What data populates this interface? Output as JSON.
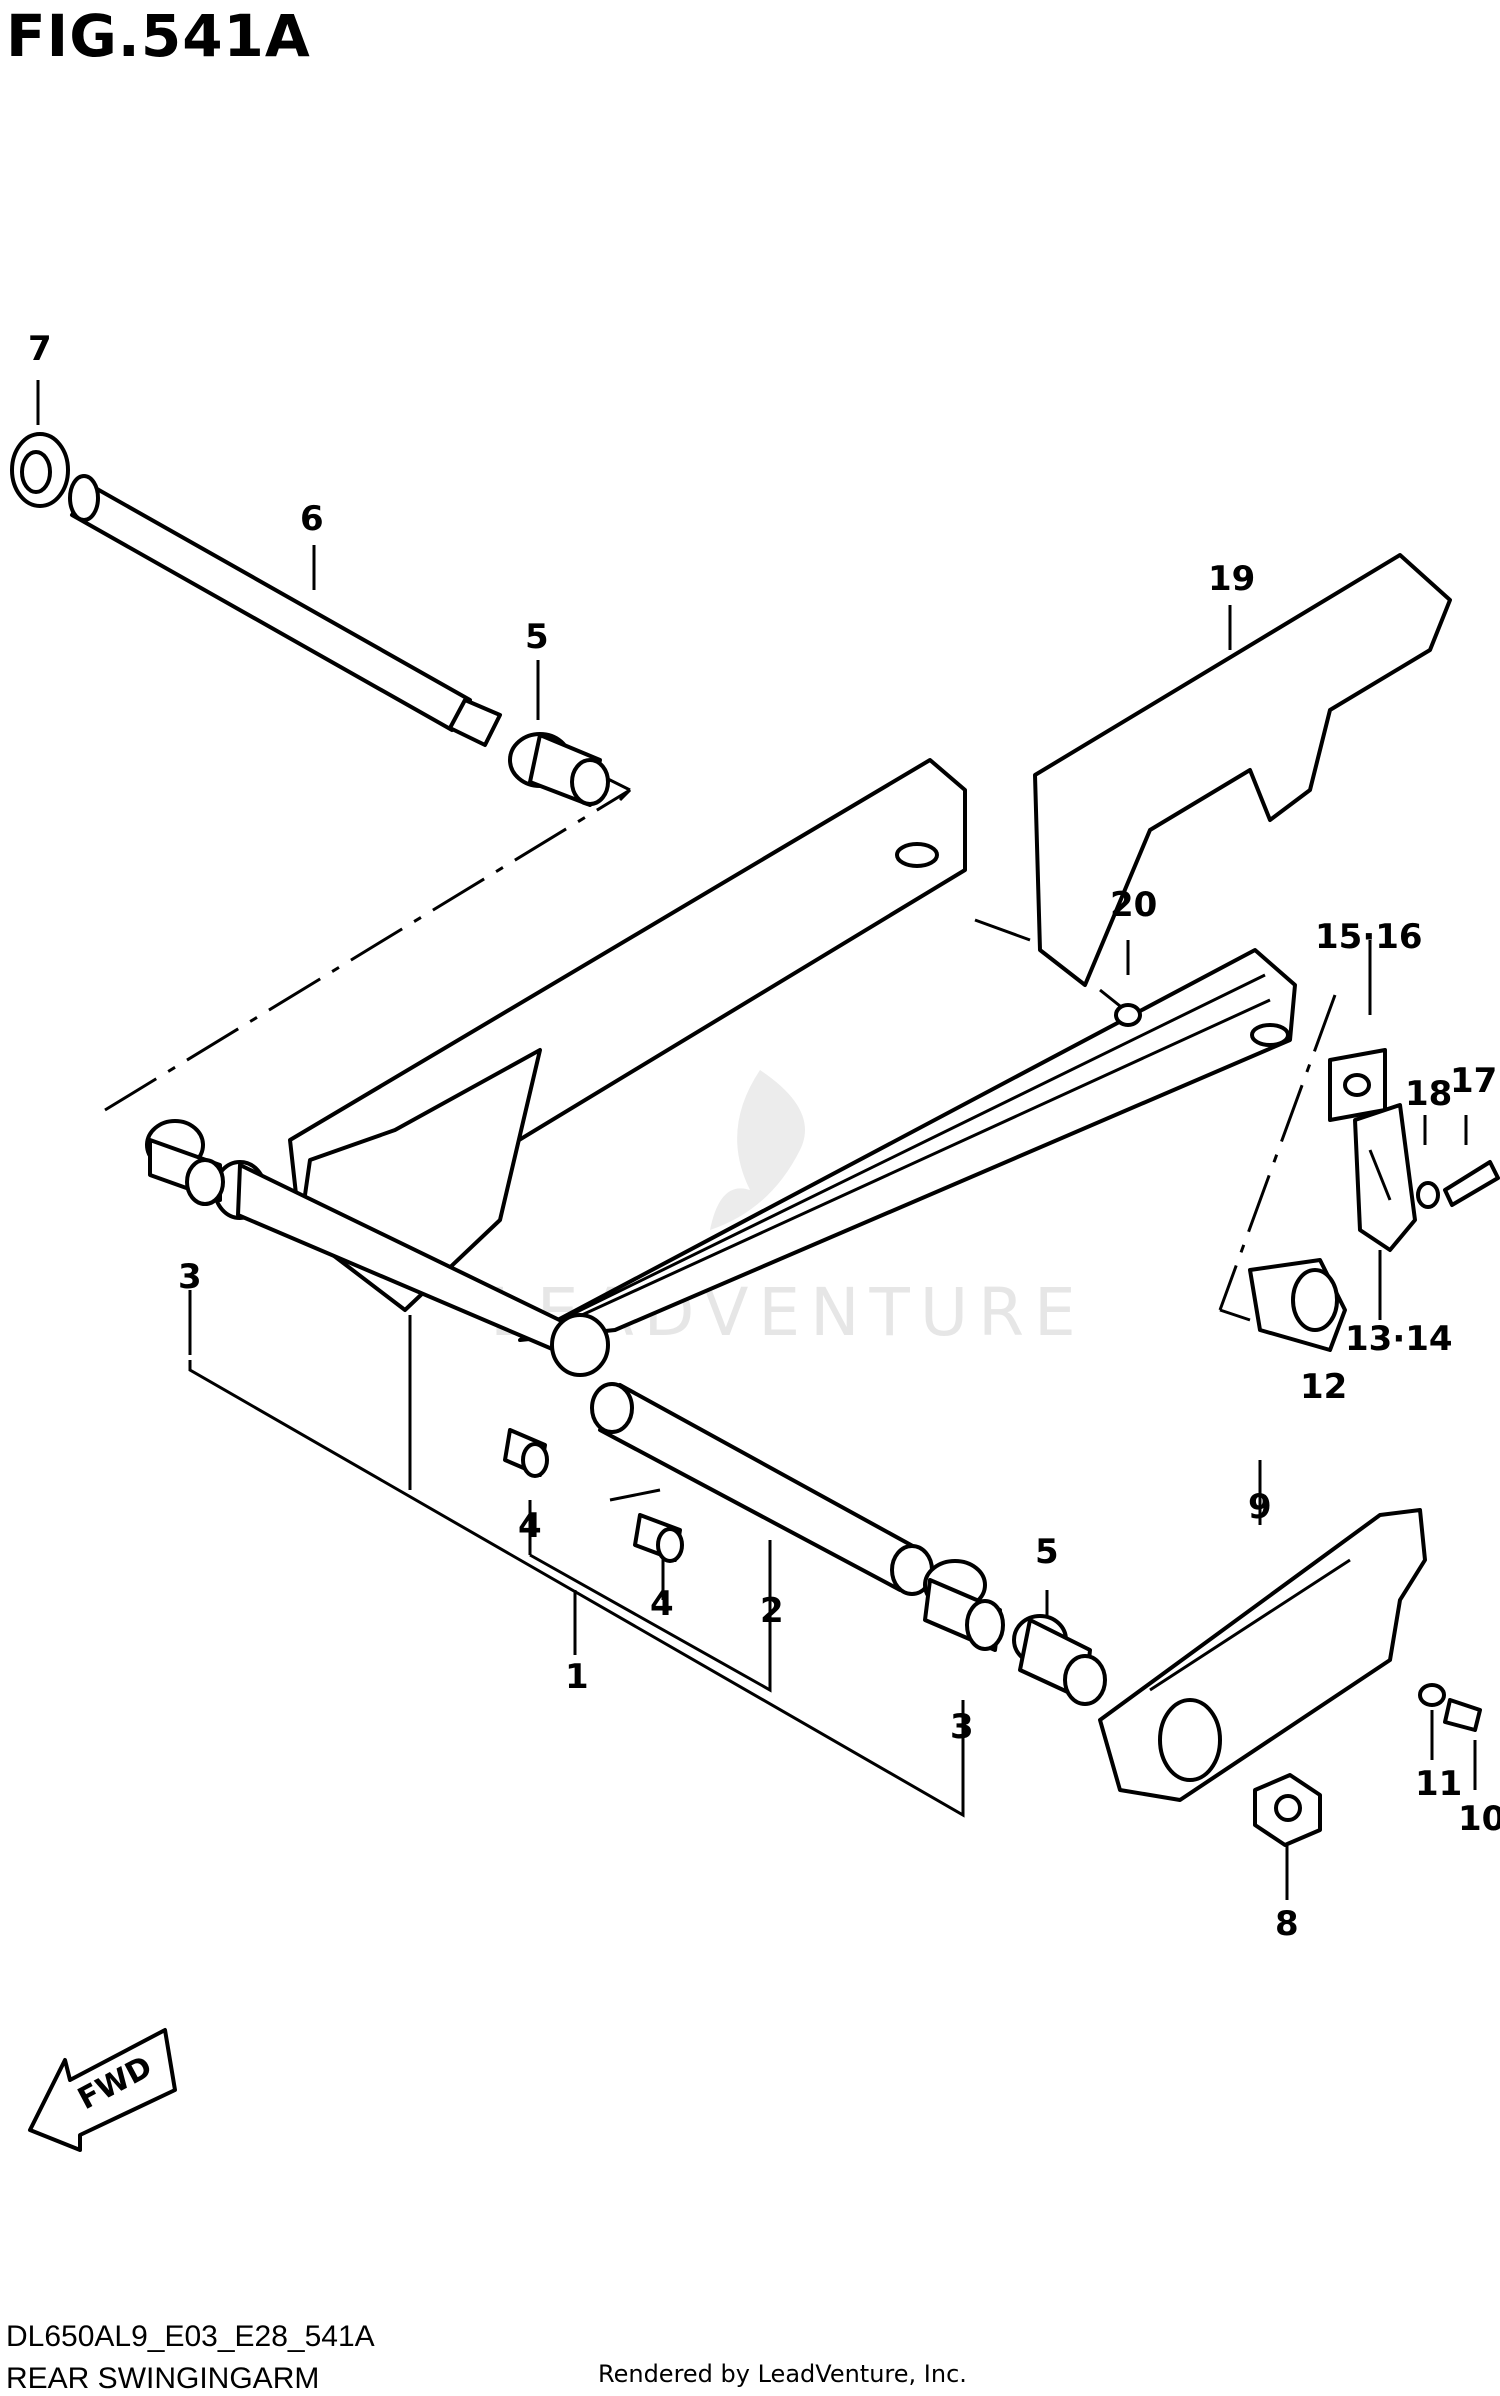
{
  "header": {
    "figure_title": "FIG.541A"
  },
  "footer": {
    "model_code": "DL650AL9_E03_E28_541A",
    "diagram_name": "REAR SWINGINGARM",
    "credit": "Rendered by LeadVenture, Inc."
  },
  "fwd_arrow": {
    "label": "FWD"
  },
  "watermark": {
    "text": "LEADVENTURE"
  },
  "callouts": [
    "7",
    "6",
    "5",
    "19",
    "20",
    "15·16",
    "18",
    "17",
    "3",
    "13·14",
    "12",
    "4",
    "4",
    "2",
    "1",
    "9",
    "5",
    "3",
    "11",
    "10",
    "8"
  ],
  "colors": {
    "line": "#000000",
    "background": "#ffffff",
    "watermark": "#e6e6e6"
  }
}
